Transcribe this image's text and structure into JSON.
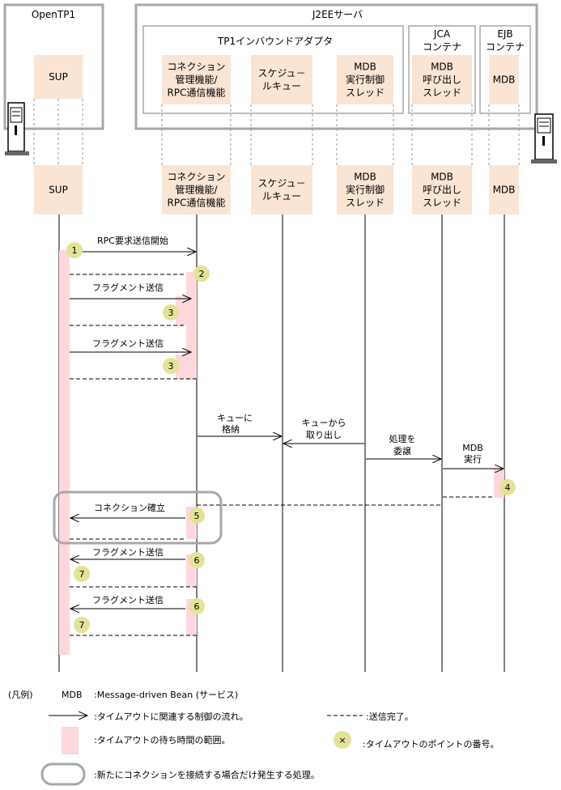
{
  "groups": {
    "opentp1": "OpenTP1",
    "j2ee": "J2EEサーバ",
    "adapter": "TP1インバウンドアダプタ",
    "jca": [
      "JCA",
      "コンテナ"
    ],
    "ejb": [
      "EJB",
      "コンテナ"
    ]
  },
  "participants": [
    {
      "id": "sup",
      "lines": [
        "SUP"
      ]
    },
    {
      "id": "conn",
      "lines": [
        "コネクション",
        "管理機能/",
        "RPC通信機能"
      ]
    },
    {
      "id": "queue",
      "lines": [
        "スケジュ－",
        "ルキュー"
      ]
    },
    {
      "id": "mdbctl",
      "lines": [
        "MDB",
        "実行制御",
        "スレッド"
      ]
    },
    {
      "id": "mdbcall",
      "lines": [
        "MDB",
        "呼び出し",
        "スレッド"
      ]
    },
    {
      "id": "mdb",
      "lines": [
        "MDB"
      ]
    }
  ],
  "messages": {
    "rpc_start": "RPC要求送信開始",
    "fragment_send": "フラグメント送信",
    "queue_store": [
      "キューに",
      "格納"
    ],
    "queue_take": [
      "キューから",
      "取り出し"
    ],
    "delegate": [
      "処理を",
      "委譲"
    ],
    "mdb_exec": [
      "MDB",
      "実行"
    ],
    "conn_establish": "コネクション確立"
  },
  "points": [
    "1",
    "2",
    "3",
    "3",
    "4",
    "5",
    "6",
    "7",
    "6",
    "7"
  ],
  "legend": {
    "heading": "(凡例)",
    "mdb_abbr": "MDB",
    "mdb_desc": ":Message-driven Bean (サービス)",
    "arrow_desc": ":タイムアウトに関連する制御の流れ。",
    "dashed_desc": ":送信完了。",
    "pink_desc": ":タイムアウトの待ち時間の範囲。",
    "point_symbol": "×",
    "point_desc": ":タイムアウトのポイントの番号。",
    "rounded_desc": ":新たにコネクションを接続する場合だけ発生する処理。"
  },
  "colors": {
    "box_fill": "#fae5d5",
    "wait_fill": "#fdd7dc",
    "point_fill": "#e3e398",
    "frame_gray": "#a8a8a8"
  }
}
